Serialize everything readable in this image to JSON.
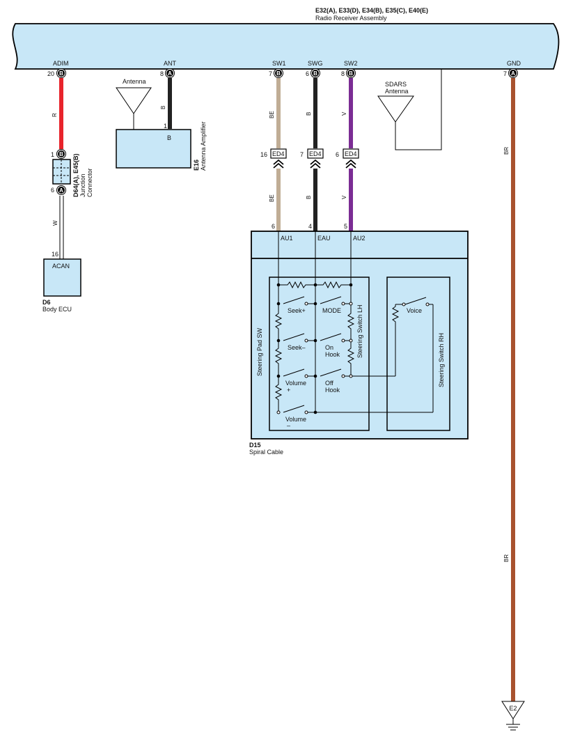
{
  "radio": {
    "code": "E32(A), E33(D), E34(B), E35(C), E40(E)",
    "name": "Radio Receiver Assembly",
    "terminals": [
      {
        "id": "adim",
        "label": "ADIM",
        "pin": "20",
        "letter": "B"
      },
      {
        "id": "ant",
        "label": "ANT",
        "pin": "8",
        "letter": "A"
      },
      {
        "id": "sw1",
        "label": "SW1",
        "pin": "7",
        "letter": "B"
      },
      {
        "id": "swg",
        "label": "SWG",
        "pin": "6",
        "letter": "B"
      },
      {
        "id": "sw2",
        "label": "SW2",
        "pin": "8",
        "letter": "B"
      },
      {
        "id": "gnd",
        "label": "GND",
        "pin": "7",
        "letter": "A"
      }
    ]
  },
  "wires": {
    "adim": {
      "code": "R",
      "color": "#e8242b"
    },
    "ant": {
      "code": "B",
      "color": "#222222"
    },
    "sw1_upper": {
      "code": "BE",
      "color": "#c0ad95"
    },
    "sw1_lower": {
      "code": "BE",
      "color": "#c0ad95"
    },
    "swg_upper": {
      "code": "B",
      "color": "#222222"
    },
    "swg_lower": {
      "code": "B",
      "color": "#222222"
    },
    "sw2_upper": {
      "code": "V",
      "color": "#7b2c94"
    },
    "sw2_lower": {
      "code": "V",
      "color": "#7b2c94"
    },
    "gnd_upper": {
      "code": "BR",
      "color": "#a8522e"
    },
    "gnd_lower": {
      "code": "BR",
      "color": "#a8522e"
    },
    "acan": {
      "code": "W"
    }
  },
  "antenna": {
    "label": "Antenna"
  },
  "antenna_amp": {
    "code": "E16",
    "name": "Antenna Amplifier",
    "pin": "1",
    "terminal": "B"
  },
  "sdars": {
    "line1": "SDARS",
    "line2": "Antenna"
  },
  "junction": {
    "code": "D64(A), E45(B)",
    "name_line1": "Junction",
    "name_line2": "Connector",
    "top_pin": "1",
    "top_letter": "B",
    "bottom_pin": "6",
    "bottom_letter": "A"
  },
  "body_ecu": {
    "code": "D6",
    "name": "Body ECU",
    "terminal": "ACAN",
    "pin": "16"
  },
  "ed4": [
    {
      "pin": "16",
      "label": "ED4"
    },
    {
      "pin": "7",
      "label": "ED4"
    },
    {
      "pin": "6",
      "label": "ED4"
    }
  ],
  "spiral": {
    "code": "D15",
    "name": "Spiral Cable",
    "pins": [
      {
        "pin": "6",
        "label": "AU1"
      },
      {
        "pin": "4",
        "label": "EAU"
      },
      {
        "pin": "5",
        "label": "AU2"
      }
    ]
  },
  "steering_pad": {
    "name": "Steering Pad SW",
    "lh_name": "Steering Switch LH",
    "rh_name": "Steering Switch RH",
    "switches": {
      "seek_plus": "Seek+",
      "mode": "MODE",
      "seek_minus": "Seek–",
      "on_hook_1": "On",
      "on_hook_2": "Hook",
      "volume_plus_1": "Volume",
      "volume_plus_2": "+",
      "off_hook_1": "Off",
      "off_hook_2": "Hook",
      "volume_minus_1": "Volume",
      "volume_minus_2": "–",
      "voice": "Voice"
    }
  },
  "ground": {
    "label": "E2"
  }
}
